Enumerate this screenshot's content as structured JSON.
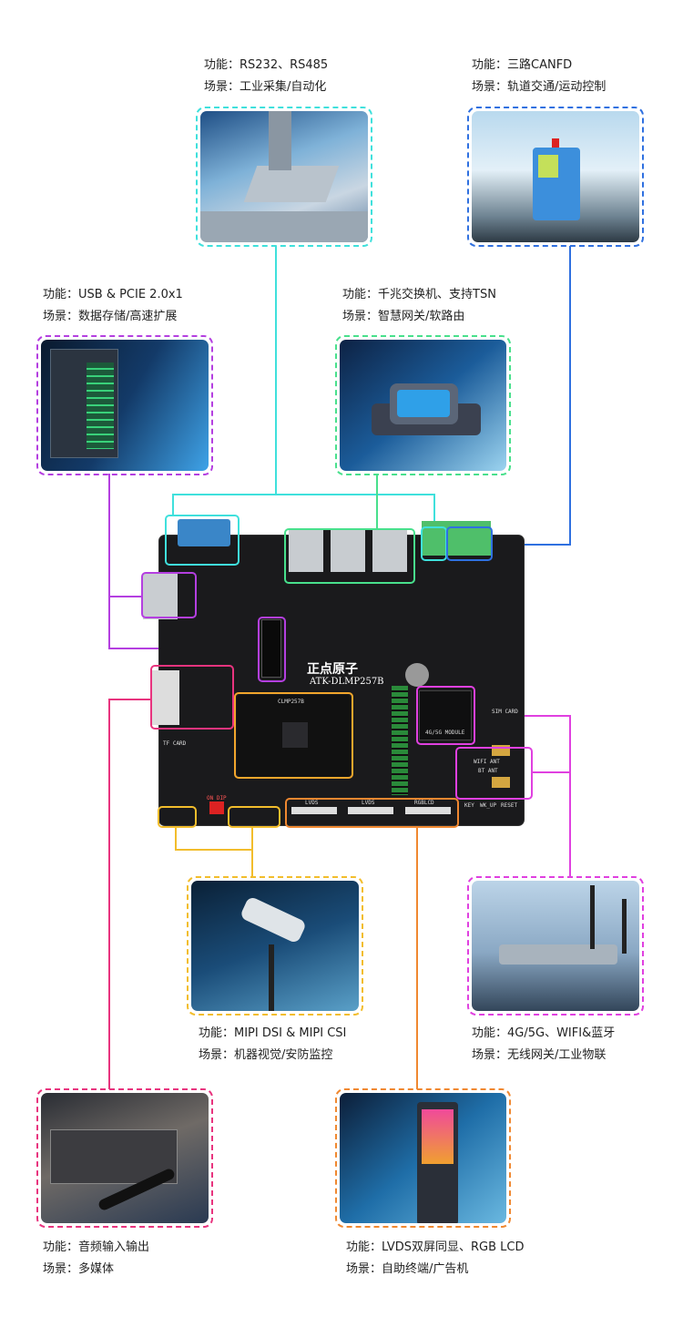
{
  "features": [
    {
      "id": "serial",
      "func": "功能：RS232、RS485",
      "scene": "场景：工业采集/自动化",
      "color": "#3fe0dc"
    },
    {
      "id": "can",
      "func": "功能：三路CANFD",
      "scene": "场景：轨道交通/运动控制",
      "color": "#2f70e0"
    },
    {
      "id": "usb",
      "func": "功能：USB & PCIE 2.0x1",
      "scene": "场景：数据存储/高速扩展",
      "color": "#b43fe0"
    },
    {
      "id": "ethernet",
      "func": "功能：千兆交换机、支持TSN",
      "scene": "场景：智慧网关/软路由",
      "color": "#48e08c"
    },
    {
      "id": "mipi",
      "func": "功能：MIPI DSI & MIPI CSI",
      "scene": "场景：机器视觉/安防监控",
      "color": "#f2bd2c"
    },
    {
      "id": "wireless",
      "func": "功能：4G/5G、WIFI&蓝牙",
      "scene": "场景：无线网关/工业物联",
      "color": "#e040e0"
    },
    {
      "id": "audio",
      "func": "功能：音频输入输出",
      "scene": "场景：多媒体",
      "color": "#e8347e"
    },
    {
      "id": "lvds",
      "func": "功能：LVDS双屏同显、RGB LCD",
      "scene": "场景：自助终端/广告机",
      "color": "#f08830"
    }
  ],
  "board": {
    "brand": "正点原子",
    "model": "ATK-DLMP257B",
    "core": "CLMP257B",
    "module": "4G/5G MODULE",
    "lvds1": "LVDS",
    "lvds2": "LVDS",
    "rgb": "RGBLCD",
    "wifi": "WIFI ANT",
    "bt": "BT ANT",
    "dip": "ON DIP",
    "sim": "SIM CARD",
    "tf": "TF CARD",
    "keys": [
      "KEY",
      "WK_UP",
      "RESET"
    ]
  }
}
